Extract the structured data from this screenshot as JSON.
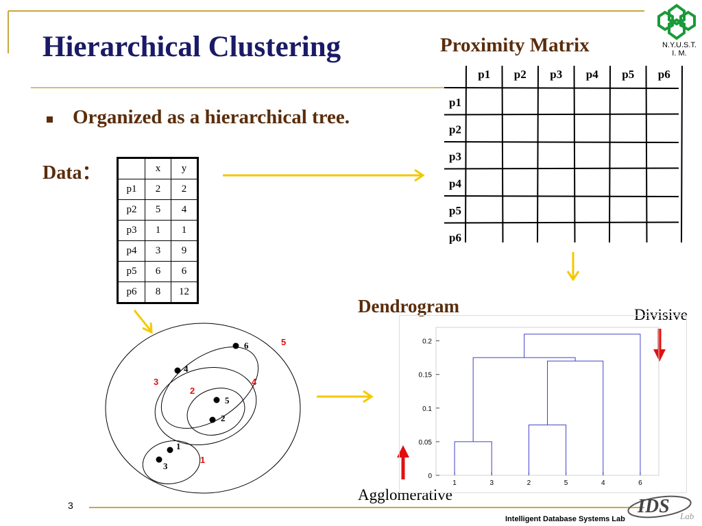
{
  "slide": {
    "title": "Hierarchical Clustering",
    "bullet": "Organized as a hierarchical tree.",
    "data_label": "Data：",
    "slide_number": "3",
    "footer": "Intelligent Database Systems Lab",
    "org_line1": "N.Y.U.S.T.",
    "org_line2": "I. M.",
    "logo_text": "IDS",
    "logo_sub": "Lab",
    "accent_color": "#5a2d0c",
    "title_color": "#1a1a66",
    "rule_color": "#c8a642",
    "arrow_color": "#f5c800"
  },
  "data_table": {
    "headers": [
      "",
      "x",
      "y"
    ],
    "rows": [
      [
        "p1",
        "2",
        "2"
      ],
      [
        "p2",
        "5",
        "4"
      ],
      [
        "p3",
        "1",
        "1"
      ],
      [
        "p4",
        "3",
        "9"
      ],
      [
        "p5",
        "6",
        "6"
      ],
      [
        "p6",
        "8",
        "12"
      ]
    ]
  },
  "proximity_matrix": {
    "title": "Proximity Matrix",
    "col_labels": [
      "p1",
      "p2",
      "p3",
      "p4",
      "p5",
      "p6"
    ],
    "row_labels": [
      "p1",
      "p2",
      "p3",
      "p4",
      "p5",
      "p6"
    ]
  },
  "cluster_diagram": {
    "point_labels": [
      "6",
      "4",
      "5",
      "2",
      "1",
      "3"
    ],
    "cluster_labels": [
      "5",
      "3",
      "2",
      "4",
      "1"
    ]
  },
  "dendrogram": {
    "title": "Dendrogram",
    "divisive_label": "Divisive",
    "agglomerative_label": "Agglomerative"
  },
  "chart_data": {
    "type": "dendrogram",
    "leaves": [
      "1",
      "3",
      "2",
      "5",
      "4",
      "6"
    ],
    "ylim": [
      0,
      0.22
    ],
    "yticks": [
      0,
      0.05,
      0.1,
      0.15,
      0.2
    ],
    "merges": [
      {
        "left": "1",
        "right": "3",
        "height": 0.05
      },
      {
        "left": "2",
        "right": "5",
        "height": 0.075
      },
      {
        "left": "(2,5)",
        "right": "4",
        "height": 0.17
      },
      {
        "left": "(1,3)",
        "right": "(2,5,4)",
        "height": 0.175
      },
      {
        "left": "(1,3,2,5,4)",
        "right": "6",
        "height": 0.21
      }
    ],
    "line_color": "#4040c8"
  }
}
